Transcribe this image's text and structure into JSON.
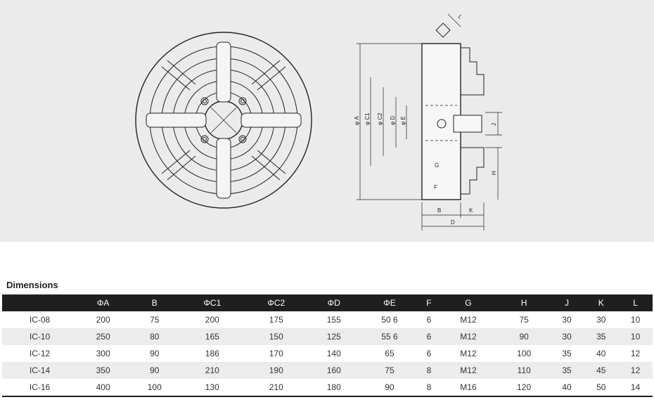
{
  "section_title": "Dimensions",
  "table": {
    "headers": [
      "",
      "ΦA",
      "B",
      "ΦC1",
      "ΦC2",
      "ΦD",
      "ΦE",
      "F",
      "G",
      "H",
      "J",
      "K",
      "L"
    ],
    "rows": [
      [
        "IC-08",
        "200",
        "75",
        "200",
        "175",
        "155",
        "50 6",
        "6",
        "M12",
        "75",
        "30",
        "30",
        "10"
      ],
      [
        "IC-10",
        "250",
        "80",
        "165",
        "150",
        "125",
        "55 6",
        "6",
        "M12",
        "90",
        "30",
        "35",
        "10"
      ],
      [
        "IC-12",
        "300",
        "90",
        "186",
        "170",
        "140",
        "65",
        "6",
        "M12",
        "100",
        "35",
        "40",
        "12"
      ],
      [
        "IC-14",
        "350",
        "90",
        "210",
        "190",
        "160",
        "75",
        "8",
        "M12",
        "110",
        "35",
        "45",
        "12"
      ],
      [
        "IC-16",
        "400",
        "100",
        "130",
        "210",
        "180",
        "90",
        "8",
        "M16",
        "120",
        "40",
        "50",
        "14"
      ]
    ]
  },
  "drawing_labels": {
    "phi_a": "φ A",
    "phi_c1": "φ C1",
    "phi_c2": "φ C2",
    "phi_d": "φ D",
    "phi_e": "φ E",
    "b": "B",
    "k": "K",
    "d": "D",
    "f": "F",
    "g": "G",
    "h": "H",
    "j": "J",
    "l": "L"
  }
}
